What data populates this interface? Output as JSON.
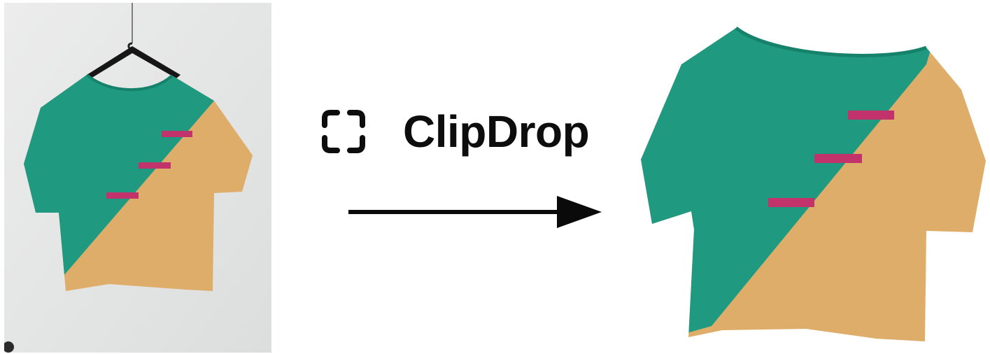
{
  "brand": {
    "name": "ClipDrop",
    "icon": "clipdrop-bracket-icon"
  },
  "arrow": {
    "icon": "arrow-right-icon"
  },
  "images": {
    "before": "sweater-on-hanger-photo",
    "after": "sweater-background-removed-photo"
  },
  "colors": {
    "teal": "#1f9a80",
    "mustard": "#dfad6a",
    "magenta": "#c2336b",
    "wall": "#e3e4e4",
    "text": "#0d0d0d"
  }
}
